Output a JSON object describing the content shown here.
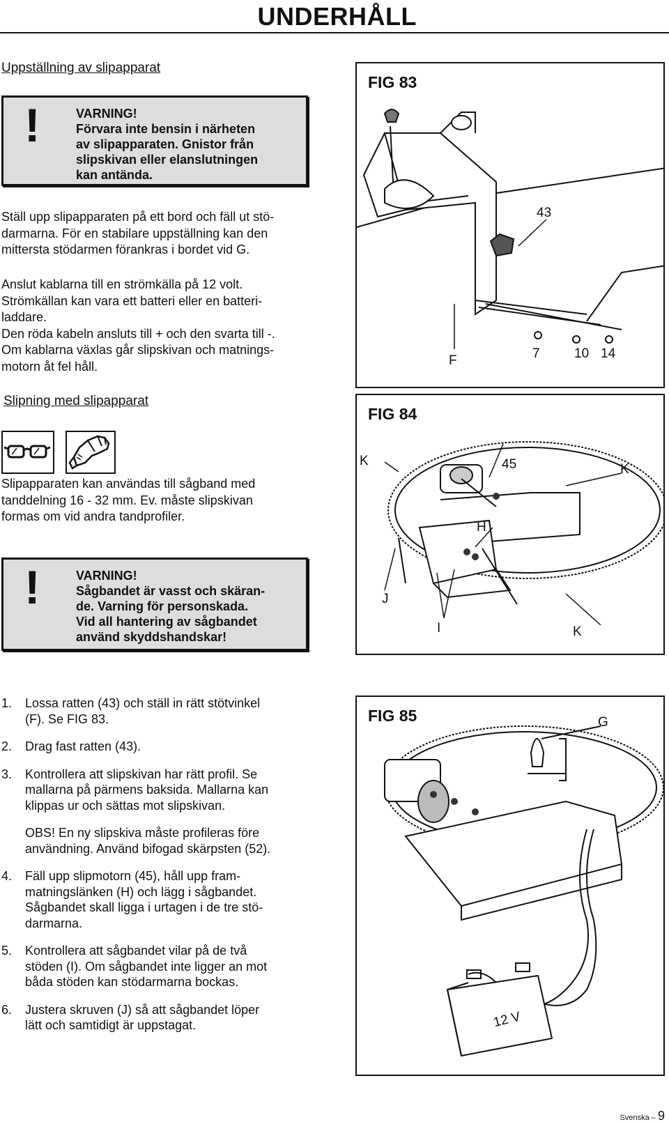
{
  "page": {
    "title": "UNDERHÅLL",
    "footer_language": "Svenska –",
    "footer_page": "9"
  },
  "left": {
    "section1_heading": "Uppställning av slipapparat",
    "warning1": {
      "symbol": "!",
      "lines": [
        "VARNING!",
        "Förvara inte bensin i närheten",
        "av slipapparaten. Gnistor från",
        "slipskivan eller elanslutningen",
        "kan antända."
      ]
    },
    "para1_lines": [
      "Ställ upp slipapparaten på ett bord och fäll ut stö-",
      "darmarna. För en stabilare uppställning kan den",
      "mittersta stödarmen förankras i bordet vid G."
    ],
    "para2_lines": [
      "Anslut kablarna till en strömkälla på 12 volt.",
      "Strömkällan kan vara ett batteri eller en batteri-",
      "laddare.",
      "Den röda kabeln ansluts till + och den svarta till -.",
      "Om kablarna växlas går slipskivan och matnings-",
      "motorn åt fel håll."
    ],
    "section2_heading": "Slipning med slipapparat",
    "ppe_icons": [
      "safety-glasses-icon",
      "protective-glove-icon"
    ],
    "para3_lines": [
      "Slipapparaten kan användas till sågband med",
      "tanddelning 16 - 32 mm. Ev. måste slipskivan",
      "formas om vid andra tandprofiler."
    ],
    "warning2": {
      "symbol": "!",
      "lines": [
        "VARNING!",
        "Sågbandet är vasst och skäran-",
        "de. Varning för personskada.",
        "Vid all hantering av sågbandet",
        "använd skyddshandskar!"
      ]
    },
    "steps": [
      {
        "num": "1.",
        "lines": [
          "Lossa ratten (43) och ställ in rätt stötvinkel",
          "(F). Se FIG 83."
        ]
      },
      {
        "num": "2.",
        "lines": [
          "Drag fast ratten (43)."
        ]
      },
      {
        "num": "3.",
        "lines": [
          "Kontrollera att slipskivan har rätt profil. Se",
          "mallarna på pärmens baksida. Mallarna kan",
          "klippas ur och sättas mot slipskivan."
        ],
        "extra_lines": [
          "OBS! En ny slipskiva måste profileras före",
          "användning. Använd bifogad skärpsten (52)."
        ]
      },
      {
        "num": "4.",
        "lines": [
          "Fäll upp slipmotorn (45), håll upp fram-",
          "matningslänken (H) och lägg i sågbandet.",
          "Sågbandet skall ligga i urtagen i de tre stö-",
          "darmarna."
        ]
      },
      {
        "num": "5.",
        "lines": [
          "Kontrollera att sågbandet vilar på de två",
          "stöden (I). Om sågbandet inte ligger an mot",
          "båda stöden kan stödarmarna bockas."
        ]
      },
      {
        "num": "6.",
        "lines": [
          "Justera skruven (J) så att sågbandet löper",
          "lätt och samtidigt är uppstagat."
        ]
      }
    ]
  },
  "figures": {
    "fig83": {
      "label": "FIG 83",
      "callouts": {
        "knob": "43",
        "angle": "F",
        "a7": "7",
        "a10": "10",
        "a14": "14"
      }
    },
    "fig84": {
      "label": "FIG 84",
      "callouts": {
        "k1": "K",
        "motor": "45",
        "k2": "K",
        "h": "H",
        "j": "J",
        "i": "I",
        "k3": "K"
      }
    },
    "fig85": {
      "label": "FIG 85",
      "callouts": {
        "g": "G",
        "battery": "12 V"
      }
    }
  }
}
